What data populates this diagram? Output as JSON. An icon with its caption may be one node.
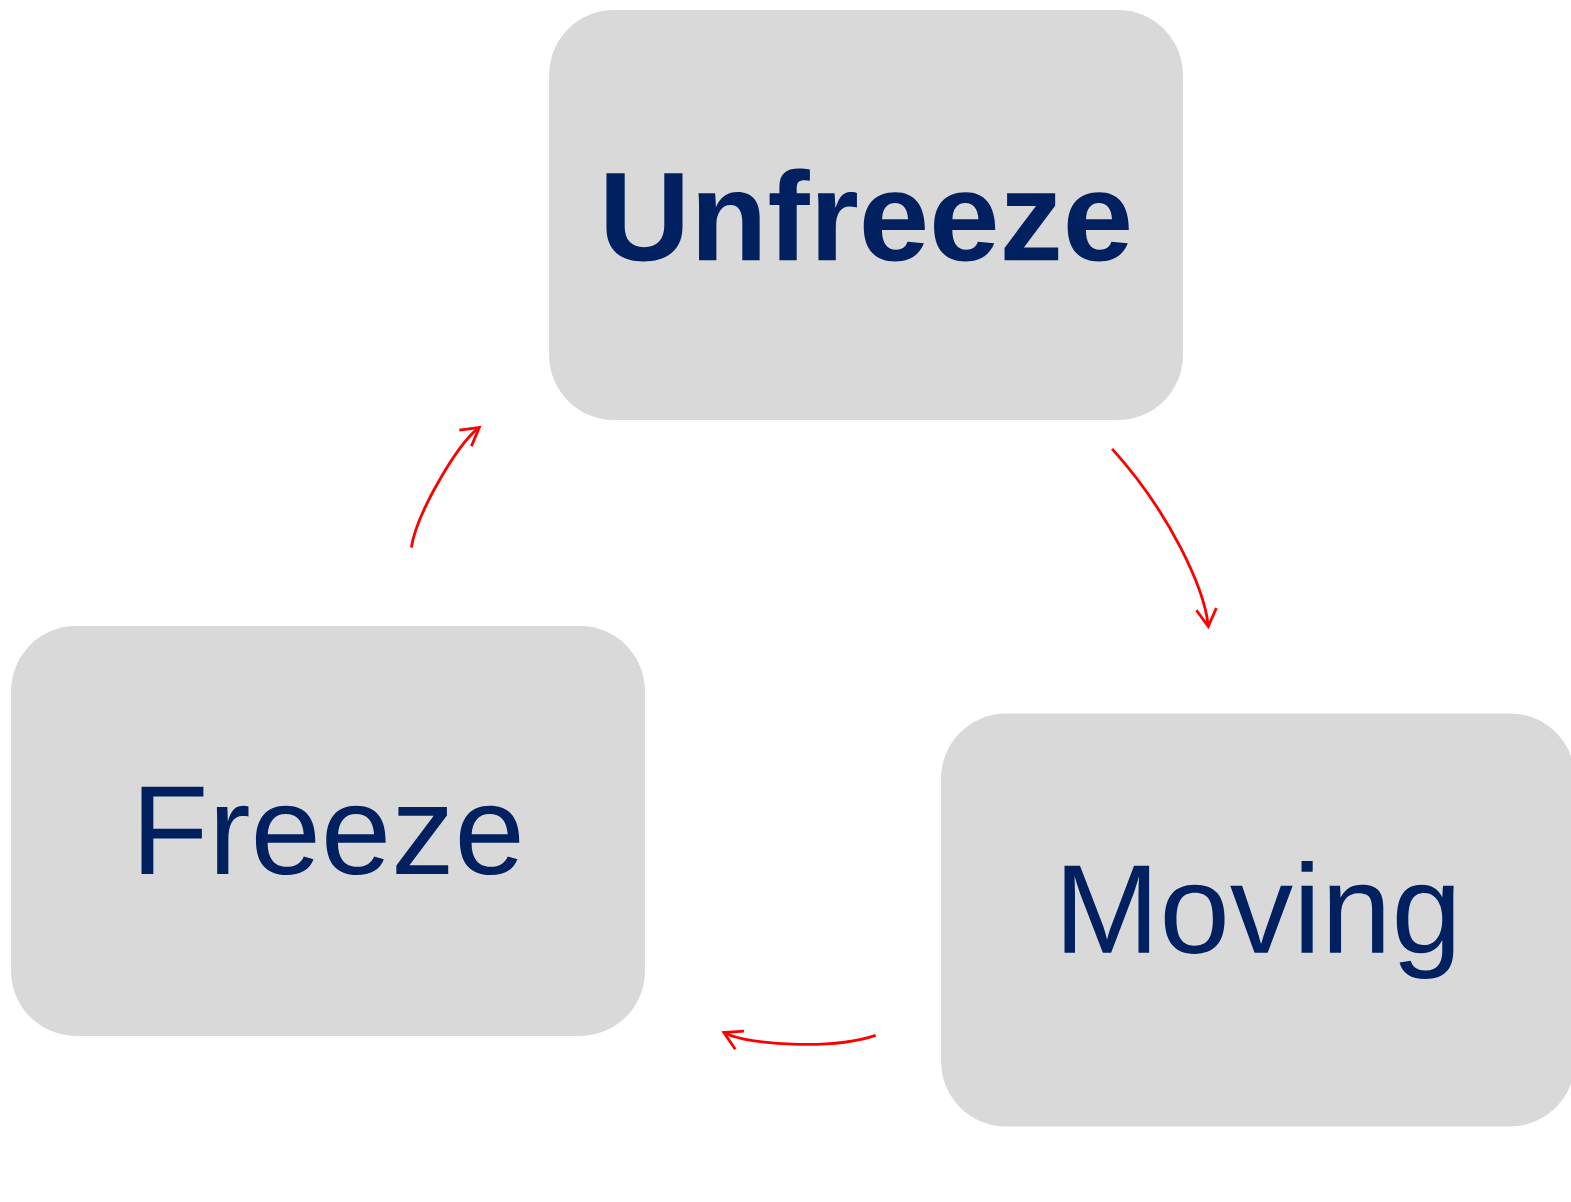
{
  "diagram": {
    "nodes": [
      {
        "text": [
          "Unfreeze"
        ]
      },
      {
        "text": [
          "Moving"
        ]
      },
      {
        "text": [
          "Freeze"
        ]
      }
    ],
    "edges": [
      {
        "from": 0,
        "to": 1,
        "arrow": "to"
      },
      {
        "from": 1,
        "to": 2,
        "arrow": "to"
      },
      {
        "from": 2,
        "to": 0,
        "arrow": "to"
      }
    ]
  }
}
